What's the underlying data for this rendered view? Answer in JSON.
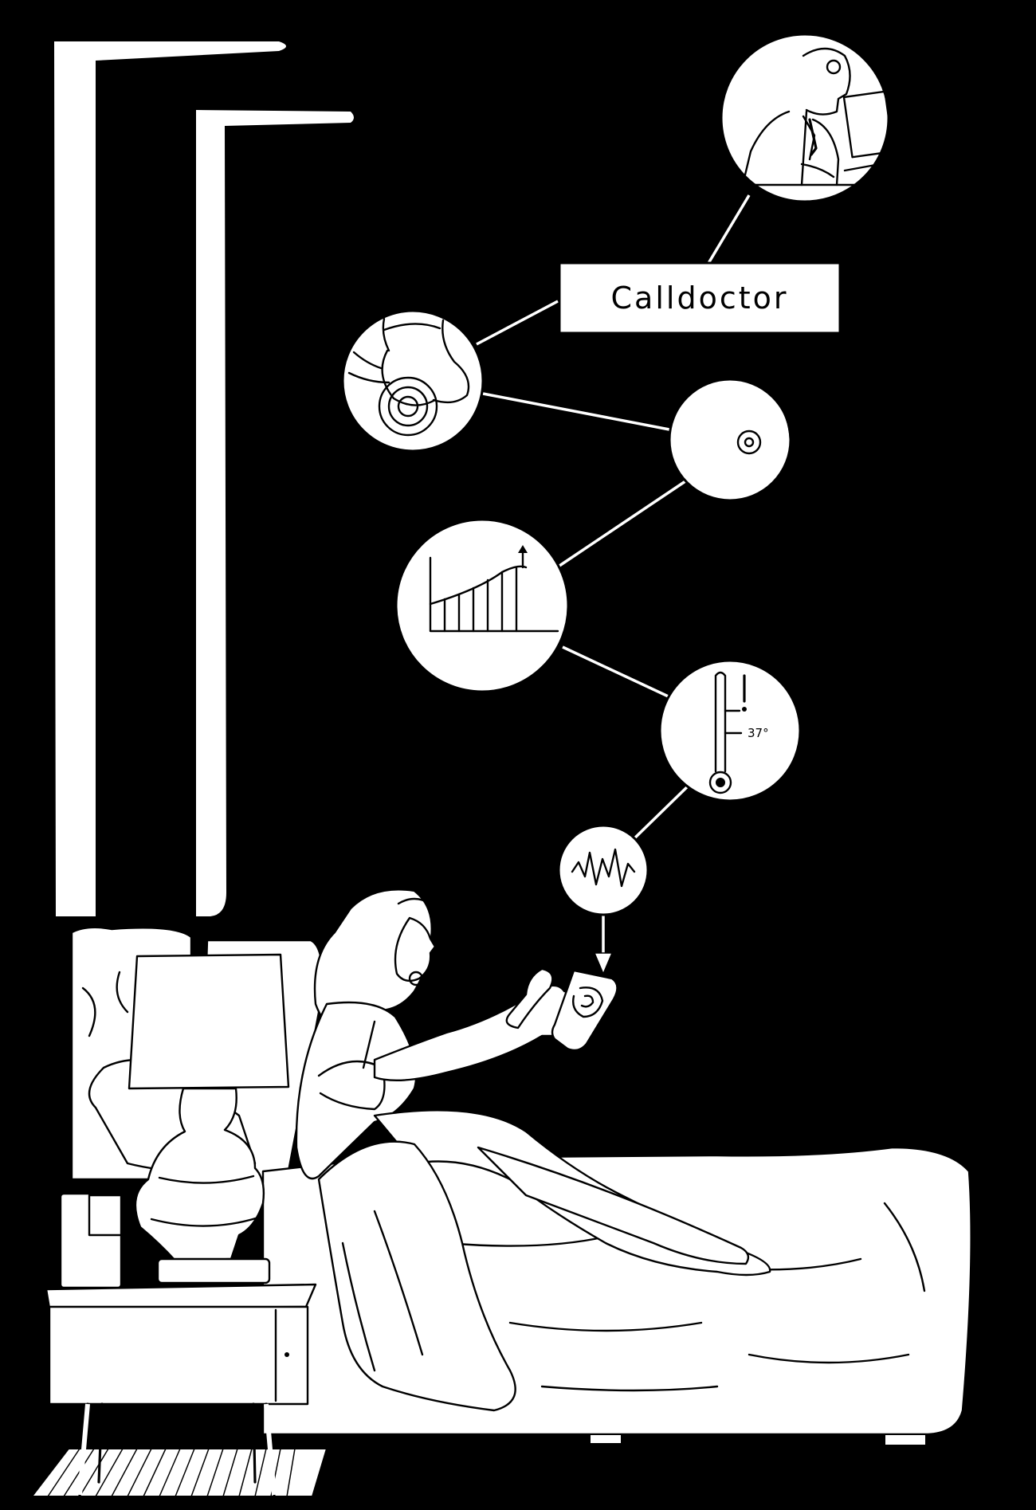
{
  "label": {
    "call_doctor": "Calldoctor"
  },
  "thermometer": {
    "reading": "37°"
  },
  "colors": {
    "background": "#000000",
    "ink": "#ffffff"
  },
  "icons": [
    "doctor-at-computer",
    "breast-self-exam",
    "breast-closeup",
    "rising-curve-graph",
    "thermometer",
    "heartbeat-waveform",
    "handheld-device"
  ]
}
